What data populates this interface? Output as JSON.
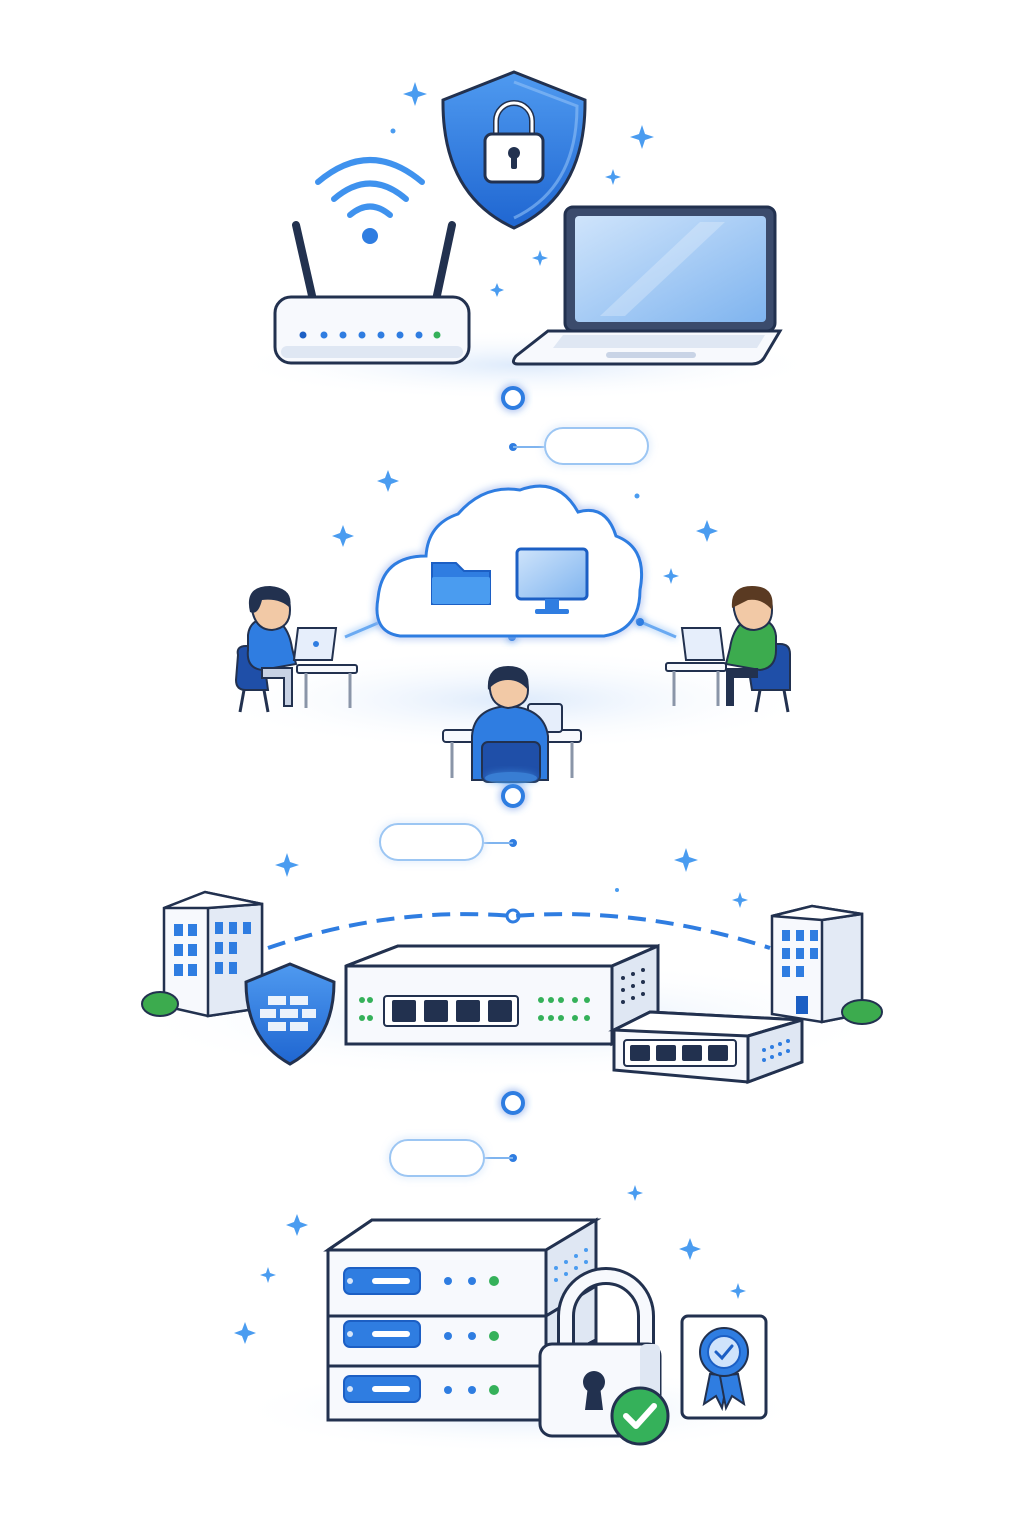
{
  "diagram": {
    "palette": {
      "primary": "#2f7de1",
      "primary_dark": "#1c5fc4",
      "primary_light": "#cfe3fb",
      "outline": "#22314f",
      "device_white": "#f7f9fd",
      "device_shadow": "#dfe7f3",
      "green": "#35b15a",
      "sparkle": "#4a9cf0",
      "glow": "#e8f2fe"
    },
    "tiers": [
      {
        "id": "home-office",
        "items": [
          "wifi-router",
          "security-shield",
          "laptop"
        ]
      },
      {
        "id": "cloud-collaboration",
        "items": [
          "cloud",
          "folder",
          "monitor",
          "remote-worker-left",
          "remote-worker-center",
          "remote-worker-right"
        ]
      },
      {
        "id": "enterprise-network",
        "items": [
          "office-building-left",
          "office-building-right",
          "firewall-shield",
          "core-switch",
          "access-switch"
        ]
      },
      {
        "id": "data-center",
        "items": [
          "server-stack",
          "padlock",
          "check-badge",
          "certificate"
        ]
      }
    ],
    "callouts": [
      {
        "id": "callout-1",
        "text": ""
      },
      {
        "id": "callout-2",
        "text": ""
      },
      {
        "id": "callout-3",
        "text": ""
      }
    ]
  }
}
